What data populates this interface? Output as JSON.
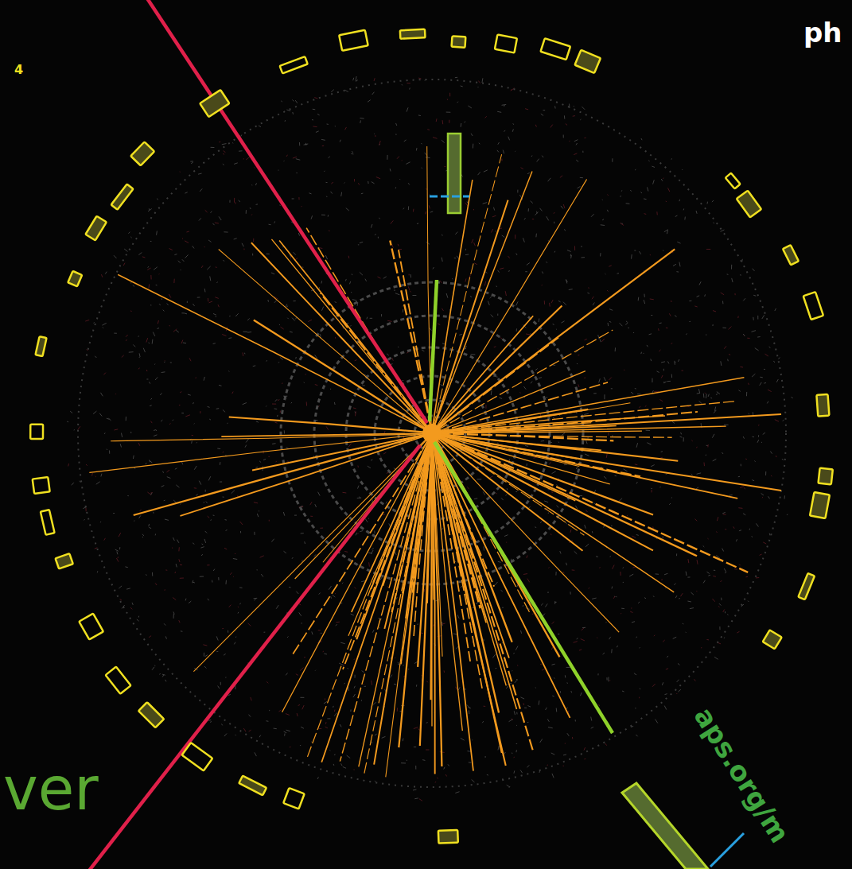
{
  "diagram": {
    "labels": [
      "4",
      "ph",
      "ver",
      "aps.org/m"
    ]
  }
}
